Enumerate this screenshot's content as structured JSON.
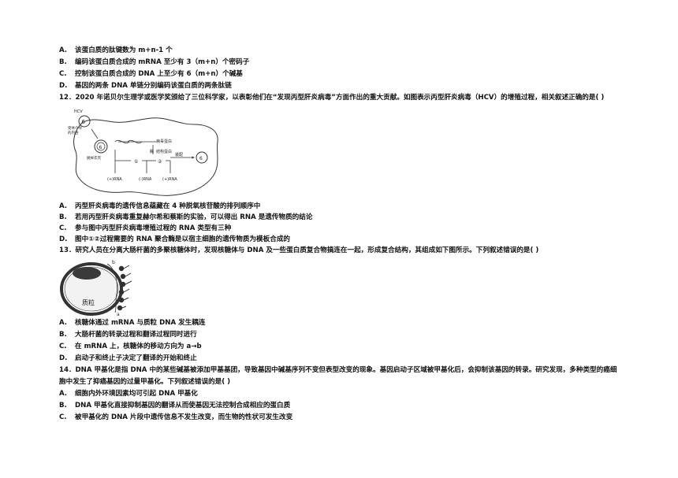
{
  "q11_options": [
    {
      "key": "A.",
      "text": "该蛋白质的肽键数为 m+n-1 个"
    },
    {
      "key": "B.",
      "text": "编码该蛋白质合成的 mRNA 至少有 3（m+n）个密码子"
    },
    {
      "key": "C.",
      "text": "控制该蛋白质合成的 DNA 上至少有 6（m+n）个碱基"
    },
    {
      "key": "D.",
      "text": "基因的两条 DNA 单链分别编码该蛋白质的两条肽链"
    }
  ],
  "q12": {
    "stem": "12．2020 年诺贝尔生理学或医学奖颁给了三位科学家，以表彰他们在“发现丙型肝炎病毒”方面作出的重大贡献。如图表示丙型肝炎病毒（HCV）的增殖过程，相关叙述正确的是(      )",
    "figure_labels": {
      "hcv": "HCV",
      "receptor": "受体介导",
      "endocytosis": "的内吞",
      "uncoating": "脱掉衣壳",
      "virus_protein": "病毒蛋白",
      "enzyme": "酶",
      "structural_protein": "结构蛋白",
      "assembly": "装配",
      "step1": "①",
      "step2": "②",
      "plus_rna_1": "(+)RNA",
      "minus_rna": "(-)RNA",
      "plus_rna_2": "(+)RNA"
    },
    "options": [
      {
        "key": "A.",
        "text": "丙型肝炎病毒的遗传信息蕴藏在 4 种脱氧核苷酸的排列顺序中"
      },
      {
        "key": "B.",
        "text": "若用丙型肝炎病毒重复赫尔希和蔡斯的实验，可以得出 RNA 是遗传物质的结论"
      },
      {
        "key": "C.",
        "text": "参与图中丙型肝炎病毒增殖过程的 RNA 类型有三种"
      },
      {
        "key": "D.",
        "text": "图中①②过程需要的 RNA 聚合酶是以宿主细胞的遗传物质为模板合成的"
      }
    ]
  },
  "q13": {
    "stem": "13．研究人员在分离大肠杆菌的多聚核糖体时，发现核糖体与 DNA 及一些蛋白质复合物搞连在一起，形成复合结构，其组成如下图所示。下列叙述错误的是(      )",
    "figure_labels": {
      "plasmid": "质粒",
      "a": "a",
      "b": "b"
    },
    "options": [
      {
        "key": "A.",
        "text": "核糖体通过 mRNA 与质粒 DNA 发生耦连"
      },
      {
        "key": "B.",
        "text": "大肠杆菌的转录过程和翻译过程同时进行"
      },
      {
        "key": "C.",
        "text": "在 mRNA 上，核糖体的移动方向为 a→b"
      },
      {
        "key": "D.",
        "text": "启动子和终止子决定了翻译的开始和终止"
      }
    ]
  },
  "q14": {
    "stem_line1": "14．DNA 甲基化是指 DNA 中的某些碱基被添加甲基基团，导致基因中碱基序列不变但表型改变的现象。基因启动子区域被甲基化后，会抑制该基因的转录。研究发现，多种类型的癌细",
    "stem_line2": "胞中发生了抑癌基因的过量甲基化。下列叙述错误的是(      )",
    "options": [
      {
        "key": "A.",
        "text": "细胞内外环境因素均可引起 DNA 甲基化"
      },
      {
        "key": "B.",
        "text": "DNA 甲基化直接抑制基因的翻译从而使基因无法控制合成相应的蛋白质"
      },
      {
        "key": "C.",
        "text": "被甲基化的 DNA 片段中遗传信息不发生改变，而生物的性状可发生改变"
      }
    ]
  }
}
